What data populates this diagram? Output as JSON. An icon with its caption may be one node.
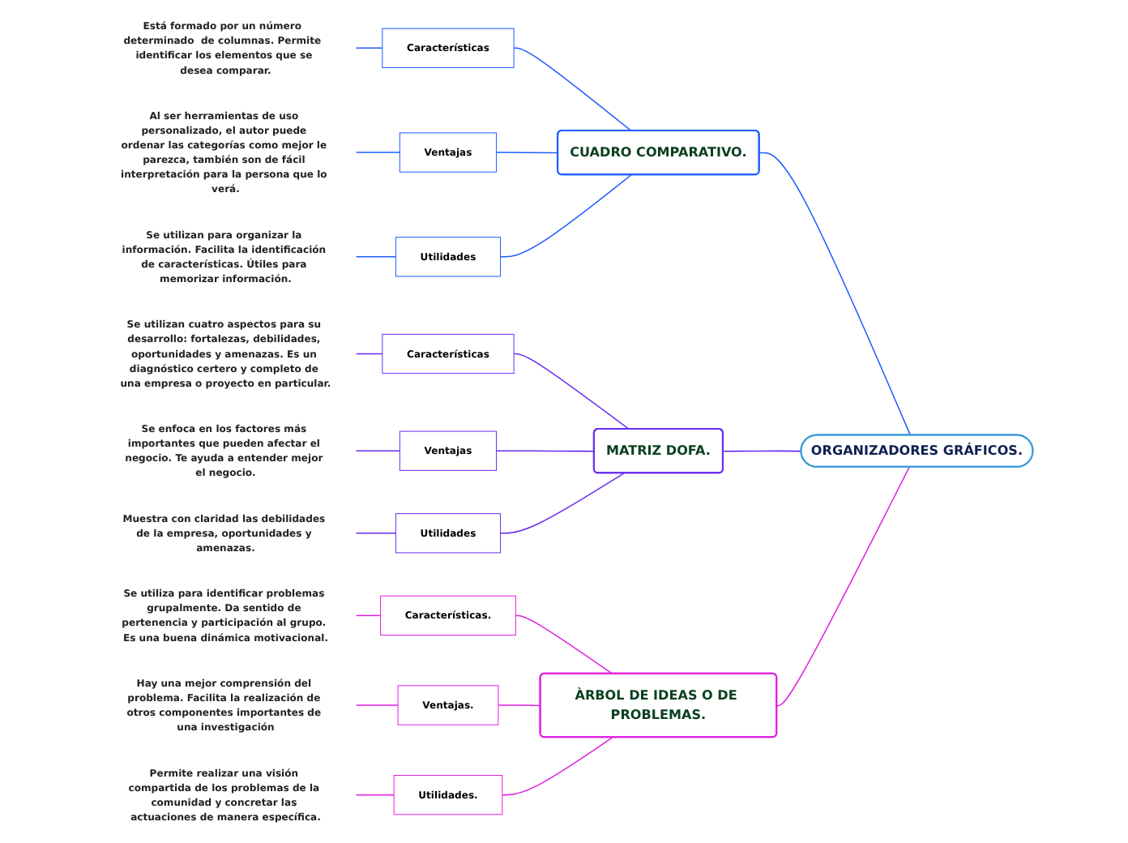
{
  "diagram": {
    "nodes": [
      {
        "text": [
          "ORGANIZADORES GRÁFICOS."
        ]
      },
      {
        "text": [
          "CUADRO COMPARATIVO."
        ]
      },
      {
        "text": [
          "Características"
        ]
      },
      {
        "text": [
          "Está formado por un número  determinado  de columnas. Permite  identificar los elementos que se desea comparar."
        ]
      },
      {
        "text": [
          "Ventajas"
        ]
      },
      {
        "text": [
          "Al ser herramientas de uso personalizado, el autor puede ordenar las categorías como mejor le parezca, también son de fácil interpretación para la persona que lo verá."
        ]
      },
      {
        "text": [
          "Utilidades"
        ]
      },
      {
        "text": [
          "Se utilizan para organizar la información. Facilita la identificación de características. Útiles para memorizar información."
        ]
      },
      {
        "text": [
          "MATRIZ DOFA."
        ]
      },
      {
        "text": [
          "Características"
        ]
      },
      {
        "text": [
          "Se utilizan cuatro aspectos para su desarrollo: fortalezas, debilidades, oportunidades y amenazas. Es un diagnóstico certero y completo de una empresa o proyecto en particular."
        ]
      },
      {
        "text": [
          "Ventajas"
        ]
      },
      {
        "text": [
          "Se enfoca en los factores más importantes que pueden afectar el negocio. Te ayuda a entender mejor el negocio."
        ]
      },
      {
        "text": [
          "Utilidades"
        ]
      },
      {
        "text": [
          "Muestra con claridad las debilidades de la empresa, oportunidades y amenazas."
        ]
      },
      {
        "text": [
          "ÀRBOL DE IDEAS O DE PROBLEMAS."
        ]
      },
      {
        "text": [
          "Características."
        ]
      },
      {
        "text": [
          "Se utiliza para identificar problemas grupalmente. Da sentido de pertenencia y participación al grupo. Es una buena dinámica motivacional."
        ]
      },
      {
        "text": [
          "Ventajas."
        ]
      },
      {
        "text": [
          "Hay una mejor comprensión del problema. Facilita la realización de otros componentes importantes de una investigación"
        ]
      },
      {
        "text": [
          "Utilidades."
        ]
      },
      {
        "text": [
          "Permite realizar una visión compartida de los problemas de la comunidad y concretar las actuaciones de manera específica."
        ]
      }
    ],
    "edges": [
      {
        "from": 0,
        "to": 1,
        "arrow": "none",
        "color": "#1e5cff"
      },
      {
        "from": 1,
        "to": 2,
        "arrow": "none",
        "color": "#1e5cff"
      },
      {
        "from": 2,
        "to": 3,
        "arrow": "none",
        "color": "#1e5cff"
      },
      {
        "from": 1,
        "to": 4,
        "arrow": "none",
        "color": "#1e5cff"
      },
      {
        "from": 4,
        "to": 5,
        "arrow": "none",
        "color": "#1e5cff"
      },
      {
        "from": 1,
        "to": 6,
        "arrow": "none",
        "color": "#1e5cff"
      },
      {
        "from": 6,
        "to": 7,
        "arrow": "none",
        "color": "#1e5cff"
      },
      {
        "from": 0,
        "to": 8,
        "arrow": "none",
        "color": "#6a2cf0"
      },
      {
        "from": 8,
        "to": 9,
        "arrow": "none",
        "color": "#6a2cf0"
      },
      {
        "from": 9,
        "to": 10,
        "arrow": "none",
        "color": "#6a2cf0"
      },
      {
        "from": 8,
        "to": 11,
        "arrow": "none",
        "color": "#6a2cf0"
      },
      {
        "from": 11,
        "to": 12,
        "arrow": "none",
        "color": "#6a2cf0"
      },
      {
        "from": 8,
        "to": 13,
        "arrow": "none",
        "color": "#6a2cf0"
      },
      {
        "from": 13,
        "to": 14,
        "arrow": "none",
        "color": "#6a2cf0"
      },
      {
        "from": 0,
        "to": 15,
        "arrow": "none",
        "color": "#e020e0"
      },
      {
        "from": 15,
        "to": 16,
        "arrow": "none",
        "color": "#e020e0"
      },
      {
        "from": 16,
        "to": 17,
        "arrow": "none",
        "color": "#e020e0"
      },
      {
        "from": 15,
        "to": 18,
        "arrow": "none",
        "color": "#e020e0"
      },
      {
        "from": 18,
        "to": 19,
        "arrow": "none",
        "color": "#e020e0"
      },
      {
        "from": 15,
        "to": 20,
        "arrow": "none",
        "color": "#e020e0"
      },
      {
        "from": 20,
        "to": 21,
        "arrow": "none",
        "color": "#e020e0"
      }
    ]
  }
}
